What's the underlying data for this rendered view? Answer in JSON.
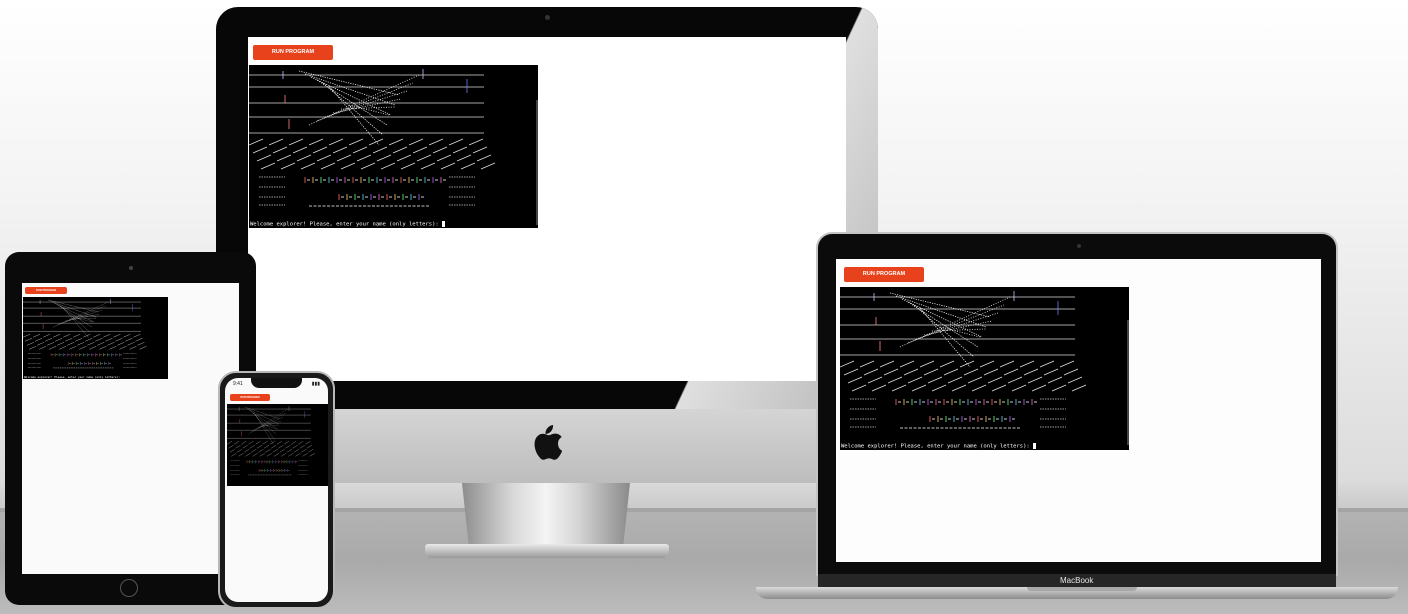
{
  "app": {
    "run_button_label": "RUN PROGRAM",
    "terminal_prompt": "Welcome explorer! Please, enter your name (only letters): "
  },
  "devices": {
    "laptop_brand_label": "MacBook",
    "phone_time": "9:41"
  },
  "colors": {
    "accent": "#e8421c",
    "terminal_bg": "#000000",
    "terminal_text": "#ffffff"
  },
  "icons": [
    "apple-logo-icon",
    "camera-icon",
    "home-button-icon",
    "cursor-icon"
  ]
}
